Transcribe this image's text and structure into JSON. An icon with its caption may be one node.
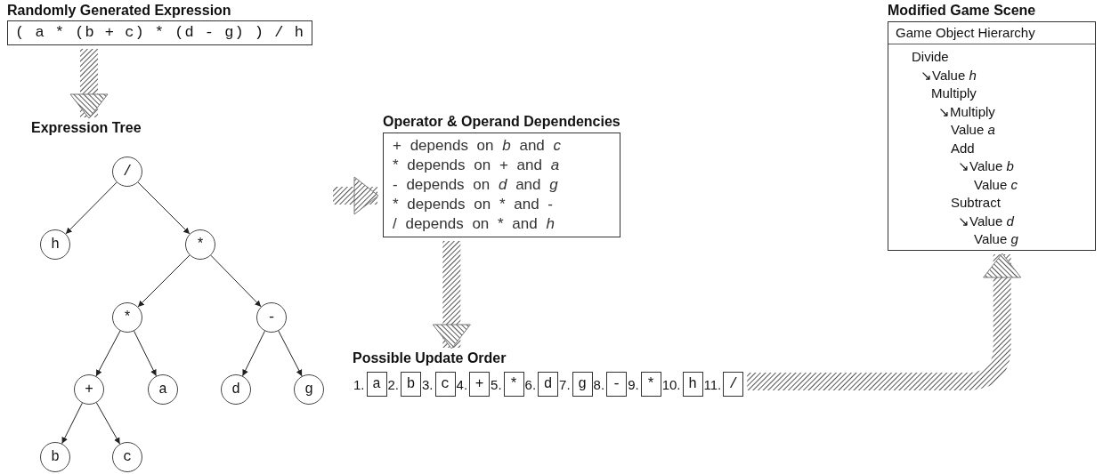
{
  "diagram": {
    "nodes": [
      {
        "text": [
          "Randomly Generated Expression",
          "( a * (b + c) * (d - g) ) / h"
        ]
      },
      {
        "text": [
          "Expression Tree"
        ]
      },
      {
        "text": [
          "/"
        ],
        "in": 1
      },
      {
        "text": [
          "h"
        ],
        "in": 1
      },
      {
        "text": [
          "*"
        ],
        "in": 1
      },
      {
        "text": [
          "*"
        ],
        "in": 1
      },
      {
        "text": [
          "-"
        ],
        "in": 1
      },
      {
        "text": [
          "+"
        ],
        "in": 1
      },
      {
        "text": [
          "a"
        ],
        "in": 1
      },
      {
        "text": [
          "d"
        ],
        "in": 1
      },
      {
        "text": [
          "g"
        ],
        "in": 1
      },
      {
        "text": [
          "b"
        ],
        "in": 1
      },
      {
        "text": [
          "c"
        ],
        "in": 1
      },
      {
        "text": [
          "Operator & Operand Dependencies",
          "+ depends on *b* and *c*",
          "* depends on + and *a*",
          "- depends on *d* and *g*",
          "* depends on * and -",
          "/ depends on * and *h*"
        ]
      },
      {
        "text": [
          "Possible Update Order"
        ]
      },
      {
        "text": [
          "a"
        ],
        "in": 14,
        "beside": [
          "1."
        ]
      },
      {
        "text": [
          "b"
        ],
        "in": 14,
        "beside": [
          "2."
        ]
      },
      {
        "text": [
          "c"
        ],
        "in": 14,
        "beside": [
          "3."
        ]
      },
      {
        "text": [
          "+"
        ],
        "in": 14,
        "beside": [
          "4."
        ]
      },
      {
        "text": [
          "*"
        ],
        "in": 14,
        "beside": [
          "5."
        ]
      },
      {
        "text": [
          "d"
        ],
        "in": 14,
        "beside": [
          "6."
        ]
      },
      {
        "text": [
          "g"
        ],
        "in": 14,
        "beside": [
          "7."
        ]
      },
      {
        "text": [
          "-"
        ],
        "in": 14,
        "beside": [
          "8."
        ]
      },
      {
        "text": [
          "*"
        ],
        "in": 14,
        "beside": [
          "9."
        ]
      },
      {
        "text": [
          "h"
        ],
        "in": 14,
        "beside": [
          "10."
        ]
      },
      {
        "text": [
          "/"
        ],
        "in": 14,
        "beside": [
          "11."
        ]
      },
      {
        "text": [
          "Modified Game Scene",
          "Game Object Hierarchy",
          "Divide",
          "↘Value *h*",
          "Multiply",
          "↘Multiply",
          "Value *a*",
          "Add",
          "↘Value *b*",
          "Value *c*",
          "Subtract",
          "↘Value *d*",
          "Value *g*"
        ]
      }
    ],
    "edges": [
      {
        "from": 0,
        "to": 1,
        "arrow": "to",
        "style": "thick"
      },
      {
        "from": 2,
        "to": 3,
        "arrow": "to"
      },
      {
        "from": 2,
        "to": 4,
        "arrow": "to"
      },
      {
        "from": 4,
        "to": 5,
        "arrow": "to"
      },
      {
        "from": 4,
        "to": 6,
        "arrow": "to"
      },
      {
        "from": 5,
        "to": 7,
        "arrow": "to"
      },
      {
        "from": 5,
        "to": 8,
        "arrow": "to"
      },
      {
        "from": 6,
        "to": 9,
        "arrow": "to"
      },
      {
        "from": 6,
        "to": 10,
        "arrow": "to"
      },
      {
        "from": 7,
        "to": 11,
        "arrow": "to"
      },
      {
        "from": 7,
        "to": 12,
        "arrow": "to"
      },
      {
        "from": 1,
        "to": 13,
        "arrow": "to",
        "style": "thick"
      },
      {
        "from": 13,
        "to": 14,
        "arrow": "to",
        "style": "thick"
      },
      {
        "from": 14,
        "to": 26,
        "arrow": "to",
        "style": "thick"
      }
    ]
  }
}
